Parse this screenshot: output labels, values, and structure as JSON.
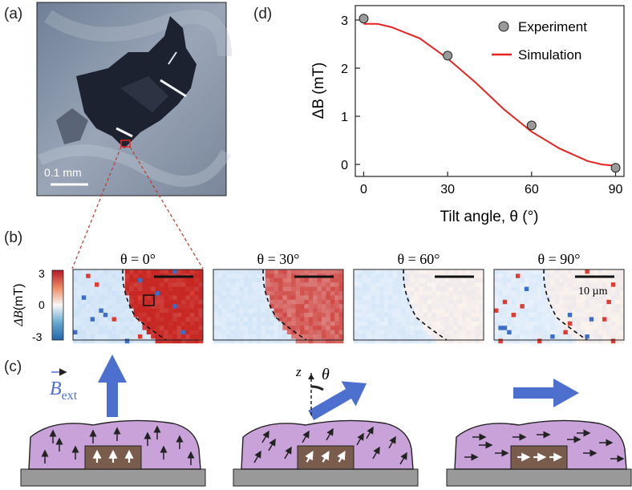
{
  "panel_labels": {
    "a": "(a)",
    "b": "(b)",
    "c": "(c)",
    "d": "(d)"
  },
  "panel_a": {
    "scale_bar": "0.1 mm"
  },
  "panel_b": {
    "colorbar": {
      "label_sym": "ΔB",
      "label_unit": "(mT)",
      "ticks": [
        "3",
        "0",
        "-3"
      ]
    },
    "maps": [
      {
        "theta_label": "θ = 0°",
        "level": 1.0
      },
      {
        "theta_label": "θ = 30°",
        "level": 0.55
      },
      {
        "theta_label": "θ = 60°",
        "level": 0.25
      },
      {
        "theta_label": "θ = 90°",
        "level": 0.0
      }
    ],
    "scale_label": "10 µm"
  },
  "panel_c": {
    "b_ext_label": "B",
    "b_ext_sub": "ext",
    "axis_z": "z",
    "axis_theta": "θ",
    "angles_deg": [
      0,
      30,
      90
    ]
  },
  "chart_data": {
    "type": "scatter",
    "xlabel": "Tilt angle, θ (°)",
    "ylabel": "ΔB (mT)",
    "xlim": [
      -3,
      93
    ],
    "ylim": [
      -0.25,
      3.3
    ],
    "xticks": [
      0,
      30,
      60,
      90
    ],
    "yticks": [
      0,
      1,
      2,
      3
    ],
    "legend_position": "top-right",
    "series": [
      {
        "name": "Experiment",
        "kind": "points",
        "color": "#9a9a9a",
        "x": [
          0,
          30,
          60,
          90
        ],
        "y": [
          3.03,
          2.26,
          0.81,
          -0.07
        ]
      },
      {
        "name": "Simulation",
        "kind": "line",
        "color": "#e52421",
        "x": [
          0,
          5,
          10,
          20,
          30,
          40,
          50,
          60,
          70,
          80,
          85,
          90
        ],
        "y": [
          2.92,
          2.92,
          2.85,
          2.62,
          2.2,
          1.7,
          1.15,
          0.68,
          0.33,
          0.07,
          0.0,
          -0.03
        ]
      }
    ]
  }
}
